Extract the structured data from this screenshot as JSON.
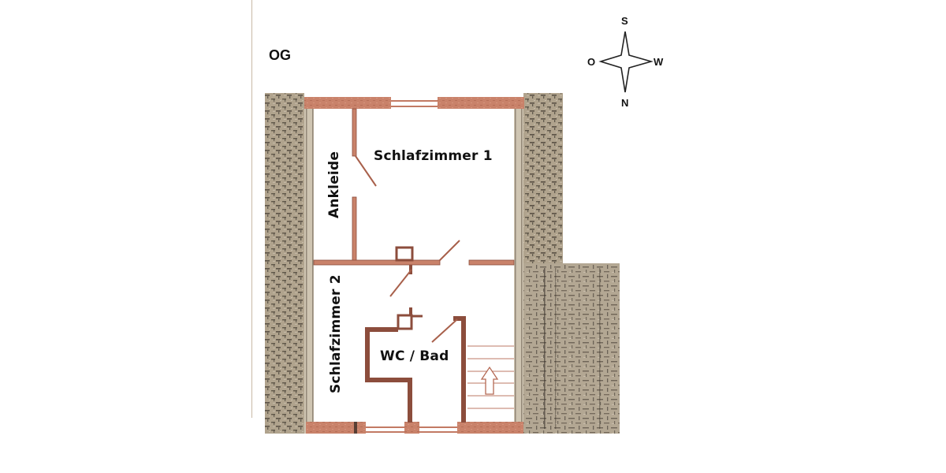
{
  "floor_label": "OG",
  "compass": {
    "top": "S",
    "left": "O",
    "right": "W",
    "bottom": "N"
  },
  "rooms": {
    "schlafzimmer1": "Schlafzimmer 1",
    "ankleide": "Ankleide",
    "schlafzimmer2": "Schlafzimmer 2",
    "wc_bad": "WC / Bad"
  },
  "stairs": {
    "direction_icon": "arrow-up-icon",
    "steps": 6
  },
  "colors": {
    "interior_wall": "#c98a73",
    "interior_wall_dark": "#8c4d3c",
    "exterior_wall": "#a89b86",
    "exterior_wall_texture": "#4a4238",
    "window_line": "#c27a64",
    "background": "#ffffff"
  }
}
